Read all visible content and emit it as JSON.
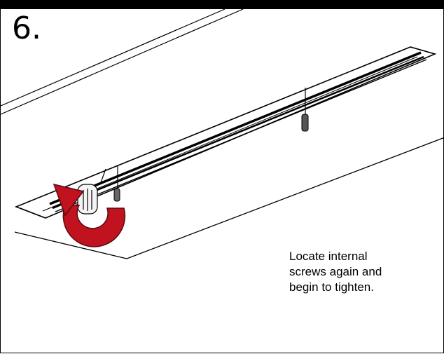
{
  "step": {
    "number": "6."
  },
  "caption": {
    "lines": [
      "Locate internal",
      "screws again and",
      "begin to tighten."
    ]
  },
  "illustration": {
    "arrow_color": "#c1121f",
    "arrow_icon": "rotate-clockwise-arrow-icon",
    "fixture": "linear-light-fixture",
    "hanging_fixture": "suspension-cable"
  }
}
